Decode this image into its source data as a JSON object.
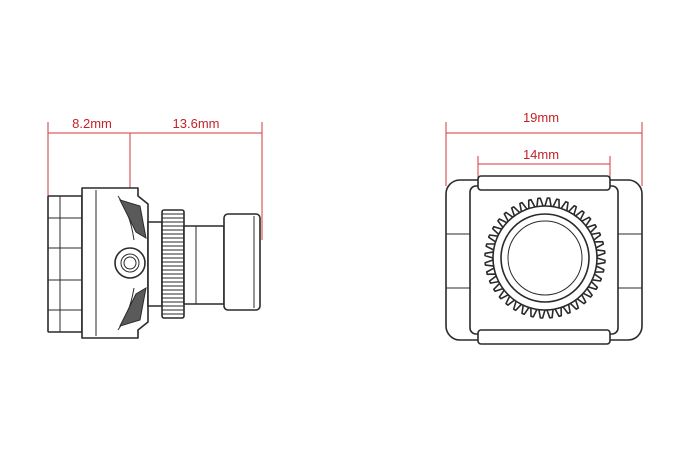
{
  "dimensions": {
    "side_left": "8.2mm",
    "side_right": "13.6mm",
    "front_outer": "19mm",
    "front_inner": "14mm"
  },
  "colors": {
    "dimension": "#c4222a",
    "outline": "#2a2a2a"
  }
}
